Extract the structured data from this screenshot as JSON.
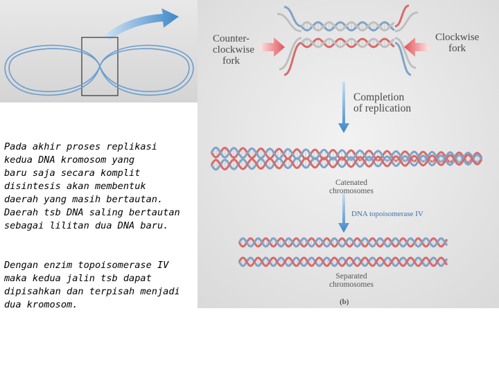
{
  "diagram": {
    "labels": {
      "counterclockwise_fork": [
        "Counter-",
        "clockwise",
        "fork"
      ],
      "clockwise_fork": [
        "Clockwise",
        "fork"
      ],
      "completion": [
        "Completion",
        "of replication"
      ],
      "catenated": [
        "Catenated",
        "chromosomes"
      ],
      "enzyme": "DNA topoisomerase IV",
      "separated": [
        "Separated",
        "chromosomes"
      ],
      "panel": "(b)"
    },
    "colors": {
      "red_strand": "#d86a6a",
      "blue_strand": "#7fa3c8",
      "arrow_blue": "#3f87c9",
      "arrow_red": "#e3525a"
    }
  },
  "text": {
    "paragraph1": [
      "Pada akhir proses replikasi",
      "kedua DNA kromosom yang",
      "baru saja secara komplit",
      "disintesis akan membentuk",
      "daerah yang masih bertautan.",
      "Daerah tsb DNA saling bertautan",
      "sebagai lilitan dua DNA baru."
    ],
    "paragraph2": [
      "Dengan enzim topoisomerase IV",
      "maka kedua jalin tsb dapat",
      "dipisahkan dan terpisah menjadi",
      "dua kromosom."
    ]
  }
}
